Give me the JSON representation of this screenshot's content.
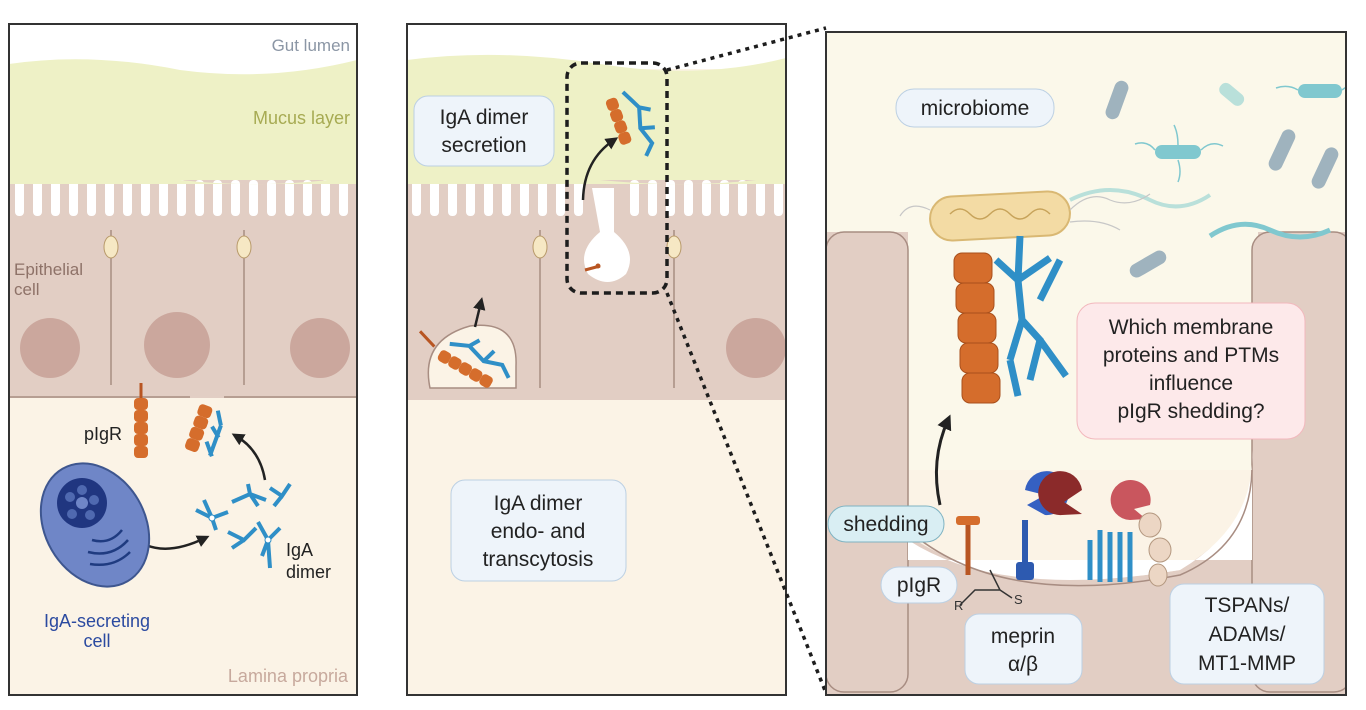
{
  "panel1": {
    "gut_lumen": "Gut lumen",
    "mucus_layer": "Mucus layer",
    "epithelial_cell_line1": "Epithelial",
    "epithelial_cell_line2": "cell",
    "pigr": "pIgR",
    "iga_line1": "IgA",
    "iga_line2": "dimer",
    "secreting_line1": "IgA-secreting",
    "secreting_line2": "cell",
    "lamina_propria": "Lamina propria"
  },
  "panel2": {
    "secretion_line1": "IgA dimer",
    "secretion_line2": "secretion",
    "transcytosis_line1": "IgA dimer",
    "transcytosis_line2": "endo- and",
    "transcytosis_line3": "transcytosis"
  },
  "panel3": {
    "microbiome": "microbiome",
    "question_line1": "Which membrane",
    "question_line2": "proteins and PTMs",
    "question_line3": "influence",
    "question_line4": "pIgR shedding?",
    "shedding": "shedding",
    "pigr": "pIgR",
    "thioester_R": "R",
    "thioester_S": "S",
    "meprin_line1": "meprin",
    "meprin_line2": "α/β",
    "tspans_line1": "TSPANs/",
    "tspans_line2": "ADAMs/",
    "tspans_line3": "MT1-MMP"
  },
  "colors": {
    "lamina": "#fbf3e6",
    "mucus": "#eef1c6",
    "epithelium": "#e2cec4",
    "nucleus": "#cba79d",
    "pigr": "#d56d2c",
    "iga": "#2f8fc7",
    "dark_blue": "#1f3b80",
    "label_box": "#eef4fa",
    "question_box": "#fde9ea"
  }
}
